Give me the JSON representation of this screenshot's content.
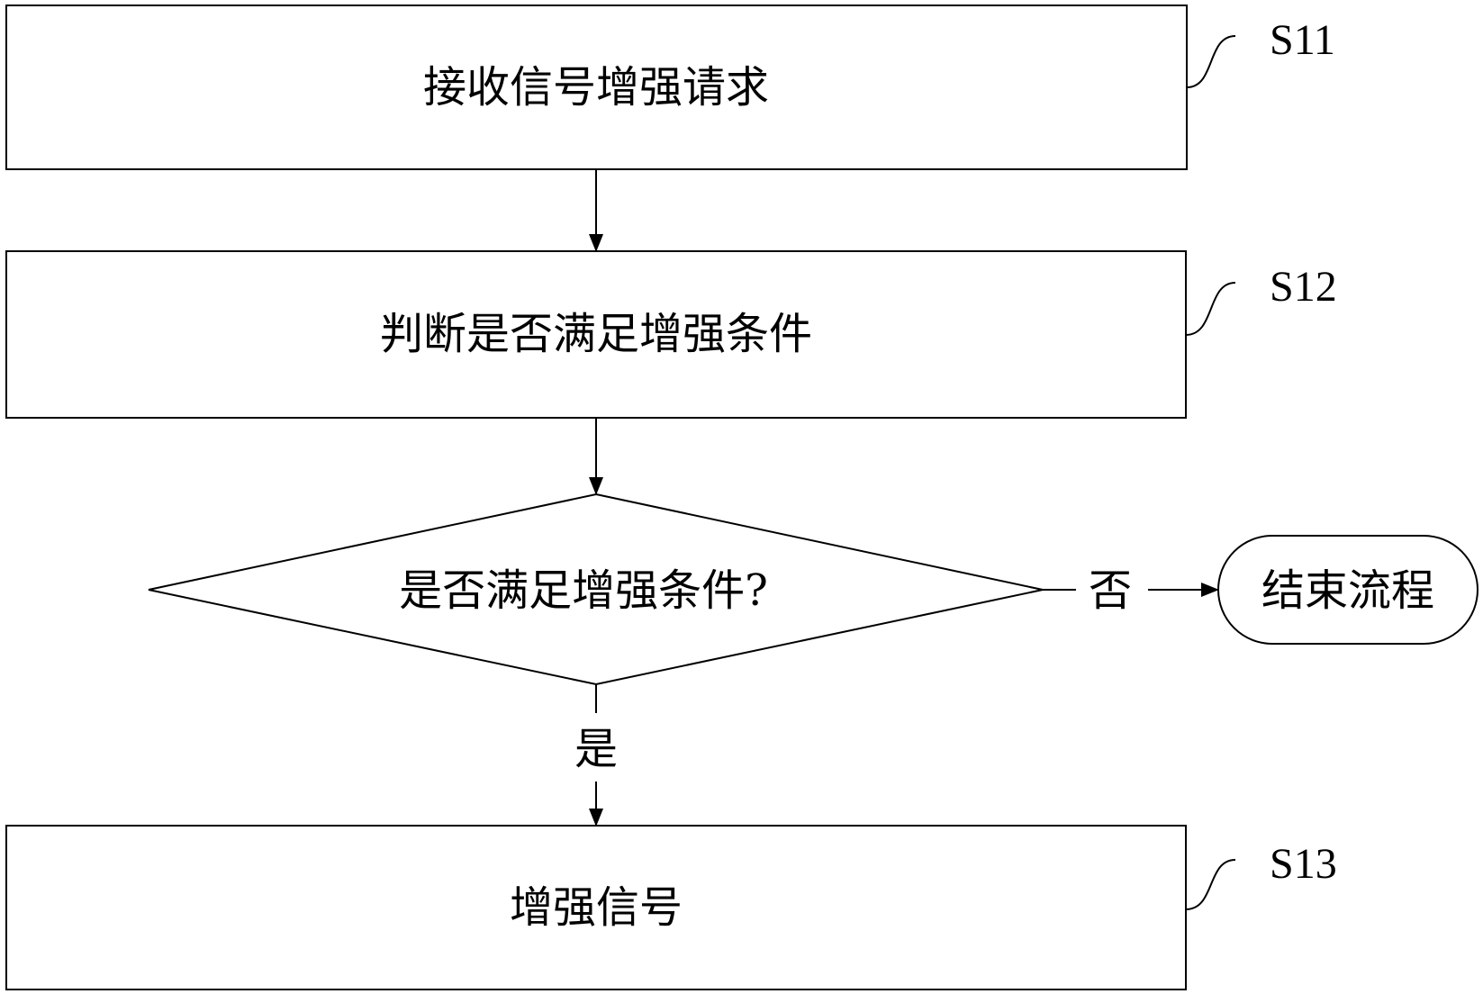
{
  "steps": [
    {
      "id": "S11",
      "label": "S11",
      "text": "接收信号增强请求"
    },
    {
      "id": "S12",
      "label": "S12",
      "text": "判断是否满足增强条件"
    },
    {
      "id": "S13",
      "label": "S13",
      "text": "增强信号"
    }
  ],
  "decision": {
    "text": "是否满足增强条件?"
  },
  "branches": {
    "no": "否",
    "yes": "是"
  },
  "terminal": {
    "text": "结束流程"
  }
}
